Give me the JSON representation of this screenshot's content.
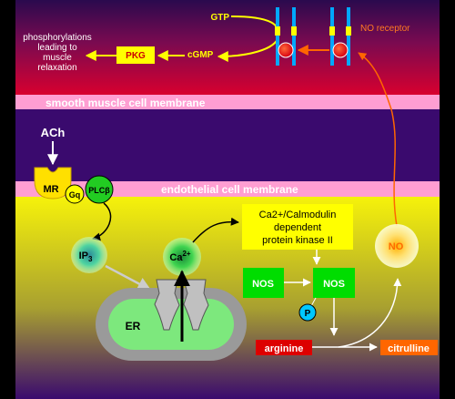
{
  "labels": {
    "phosphorylations": [
      "phosphorylations",
      "leading to",
      "muscle",
      "relaxation"
    ],
    "pkg": "PKG",
    "cgmp": "cGMP",
    "gtp": "GTP",
    "no_receptor": "NO receptor",
    "smooth_membrane": "smooth muscle cell membrane",
    "ach": "ACh",
    "mr": "MR",
    "gq": "Gq",
    "plc": "PLCβ",
    "endothelial_membrane": "endothelial cell membrane",
    "ip3": "IP",
    "ip3_sub": "3",
    "ca": "Ca",
    "ca_sup": "2+",
    "kinase": [
      "Ca2+/Calmodulin",
      "dependent",
      "protein kinase II"
    ],
    "nos1": "NOS",
    "nos2": "NOS",
    "p": "P",
    "er": "ER",
    "no": "NO",
    "arginine": "arginine",
    "citrulline": "citrulline"
  },
  "colors": {
    "smooth_muscle_top": "#2a0a4e",
    "smooth_muscle_bottom": "#c8003a",
    "membrane": "#ff9ed2",
    "middle_bg": "#3a0a6e",
    "endo_top": "#f2ee10",
    "endo_bottom": "#3a0a6e",
    "yellow_box": "#ffff00",
    "nos_green": "#00dd00",
    "arginine_red": "#dd0000",
    "citrulline_orange": "#ff6600",
    "arrow_orange": "#ff6600"
  }
}
